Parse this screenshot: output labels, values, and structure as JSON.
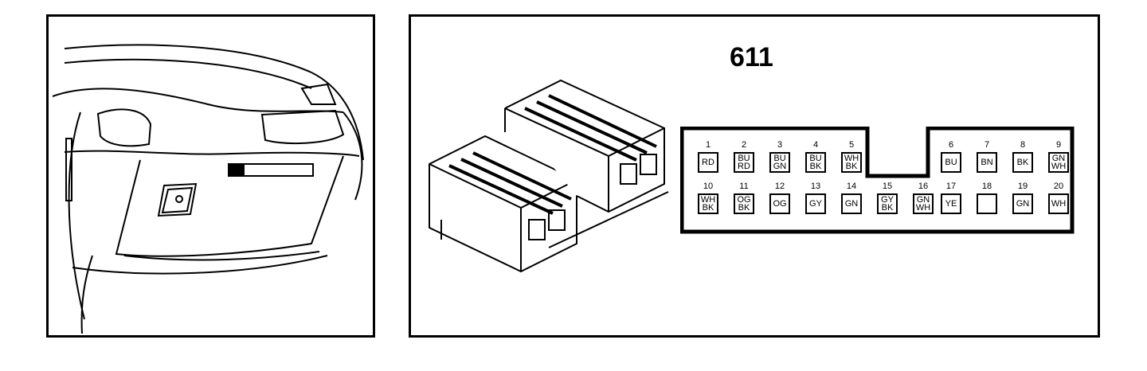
{
  "connector": {
    "id": "611"
  },
  "pins": [
    {
      "num": "1",
      "code": "RD"
    },
    {
      "num": "2",
      "code": "BU\nRD"
    },
    {
      "num": "3",
      "code": "BU\nGN"
    },
    {
      "num": "4",
      "code": "BU\nBK"
    },
    {
      "num": "5",
      "code": "WH\nBK"
    },
    {
      "num": "6",
      "code": "BU"
    },
    {
      "num": "7",
      "code": "BN"
    },
    {
      "num": "8",
      "code": "BK"
    },
    {
      "num": "9",
      "code": "GN\nWH"
    },
    {
      "num": "10",
      "code": "WH\nBK"
    },
    {
      "num": "11",
      "code": "OG\nBK"
    },
    {
      "num": "12",
      "code": "OG"
    },
    {
      "num": "13",
      "code": "GY"
    },
    {
      "num": "14",
      "code": "GN"
    },
    {
      "num": "15",
      "code": "GY\nBK"
    },
    {
      "num": "16",
      "code": "GN\nWH"
    },
    {
      "num": "17",
      "code": "YE"
    },
    {
      "num": "18",
      "code": ""
    },
    {
      "num": "19",
      "code": "GN"
    },
    {
      "num": "20",
      "code": "WH"
    }
  ]
}
